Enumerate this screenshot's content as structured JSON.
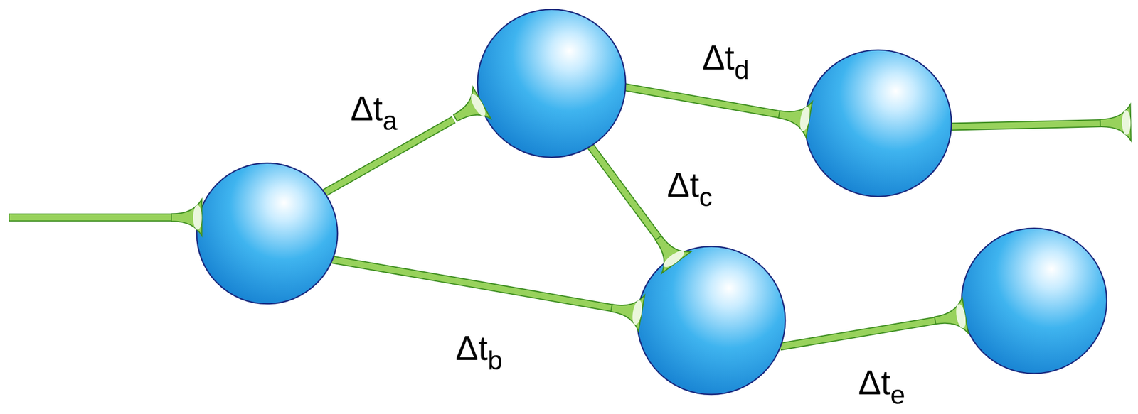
{
  "diagram": {
    "labels": [
      "Δta",
      "Δtb",
      "Δtc",
      "Δtd",
      "Δte"
    ]
  }
}
